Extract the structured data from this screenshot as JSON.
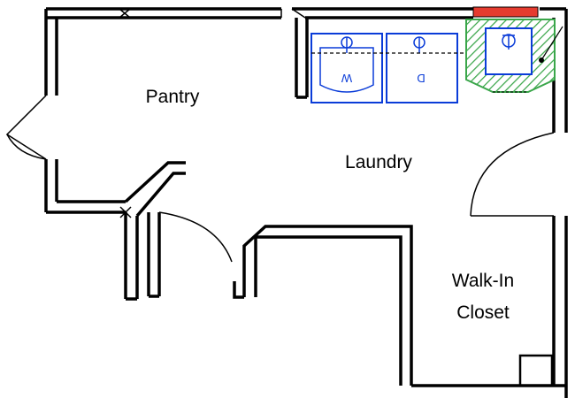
{
  "rooms": {
    "pantry": "Pantry",
    "laundry": "Laundry",
    "closet_line1": "Walk-In",
    "closet_line2": "Closet"
  },
  "appliances": {
    "washer_letter": "W",
    "dryer_letter": "D"
  },
  "colors": {
    "wall": "#000000",
    "appliance": "#0a3cd8",
    "sink_hatch": "#3aa64a",
    "window_accent": "#e53b2f"
  },
  "icons": [
    "sink-icon",
    "washer-icon",
    "dryer-icon",
    "door-swing-icon",
    "window-icon"
  ]
}
